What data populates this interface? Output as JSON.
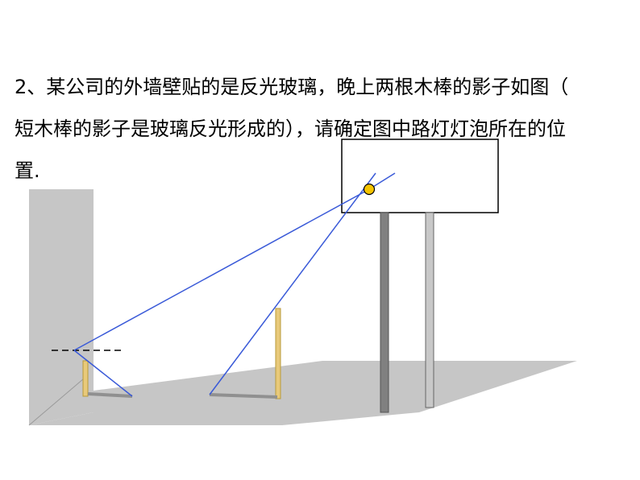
{
  "problem": {
    "lines": [
      "2、某公司的外墙壁贴的是反光玻璃，晚上两根木棒的影子如图（",
      "短木棒的影子是玻璃反光形成的），请确定图中路灯灯泡所在的位",
      "置."
    ]
  },
  "colors": {
    "wall": "#c6c6c6",
    "ground": "#c6c6c6",
    "stick": "#e8c97a",
    "stick_stroke": "#b89a3a",
    "shadow": "#909090",
    "ray": "#3a5ad8",
    "bulb": "#f5c400",
    "pole_dark": "#808080",
    "pole_light": "#c8c8c8",
    "sign_border": "#000000"
  }
}
